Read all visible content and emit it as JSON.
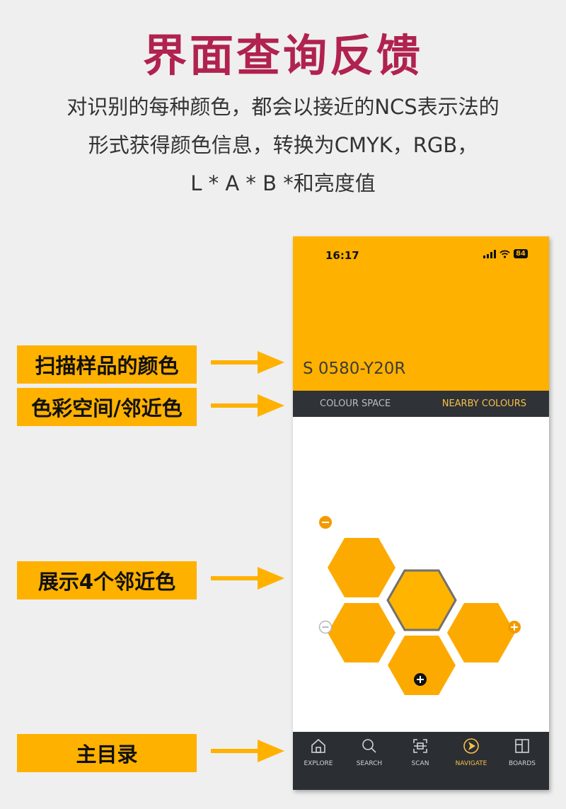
{
  "header": {
    "title": "界面查询反馈",
    "desc_lines": [
      "对识别的每种颜色，都会以接近的NCS表示法的",
      "形式获得颜色信息，转换为CMYK，RGB，",
      "L * A * B *和亮度值"
    ]
  },
  "annotations": [
    {
      "label": "扫描样品的颜色"
    },
    {
      "label": "色彩空间/邻近色"
    },
    {
      "label": "展示4个邻近色"
    },
    {
      "label": "主目录"
    }
  ],
  "phone": {
    "status_time": "16:17",
    "battery": "84",
    "color_code": "S 0580-Y20R",
    "tabs": {
      "colour_space": "COLOUR SPACE",
      "nearby_colours": "NEARBY COLOURS"
    },
    "nav": [
      {
        "label": "EXPLORE",
        "icon": "home-icon"
      },
      {
        "label": "SEARCH",
        "icon": "search-icon"
      },
      {
        "label": "SCAN",
        "icon": "scan-icon"
      },
      {
        "label": "NAVIGATE",
        "icon": "navigate-icon",
        "active": true
      },
      {
        "label": "BOARDS",
        "icon": "boards-icon"
      }
    ]
  },
  "colors": {
    "title": "#b0224f",
    "accent": "#ffb100",
    "hex_main": "#ffb400",
    "hex_neighbors": "#fcaa00",
    "dark_bar": "#2f3236",
    "active_tab": "#f6c04a"
  }
}
